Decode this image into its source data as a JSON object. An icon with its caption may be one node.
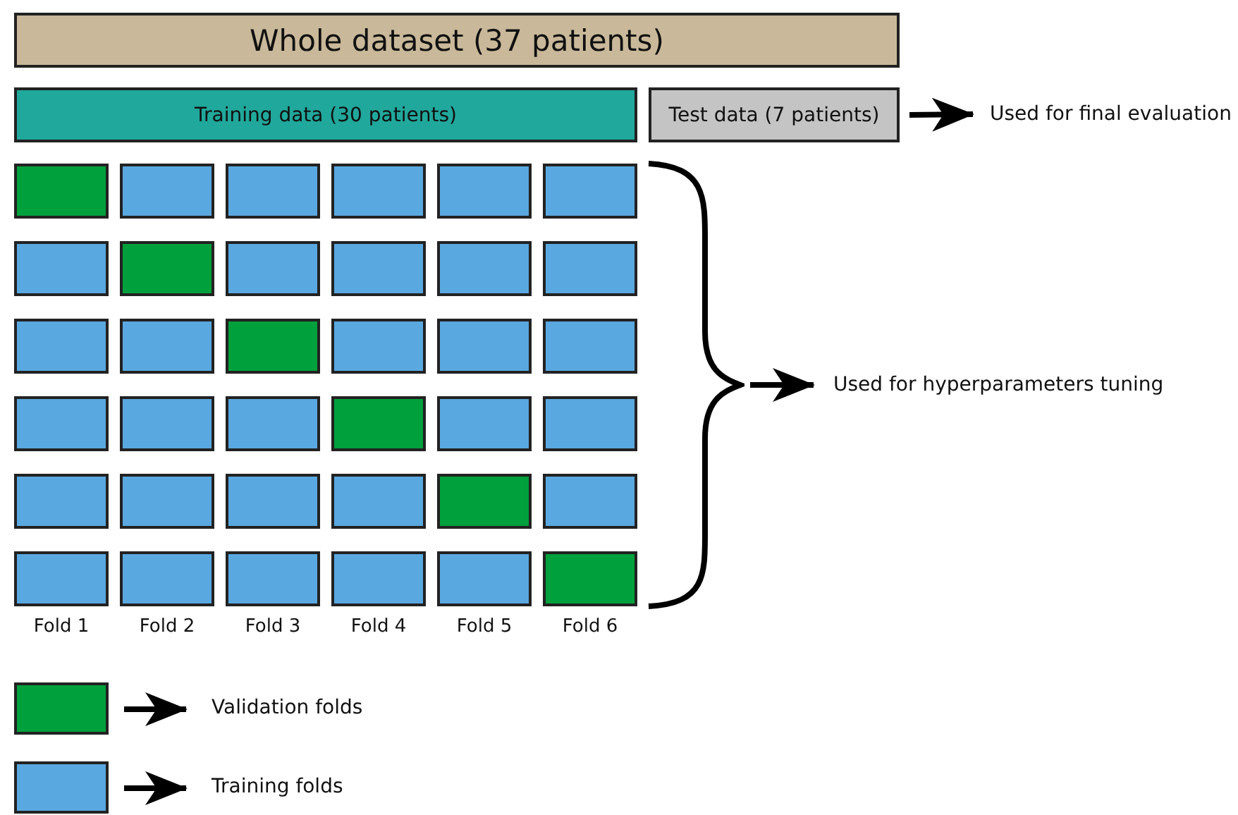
{
  "diagram": {
    "nodes": [
      {
        "text": [
          "Whole dataset (37 patients)"
        ]
      },
      {
        "text": [
          "Training data (30 patients)"
        ]
      },
      {
        "text": [
          "Test data (7 patients)"
        ]
      },
      {
        "text": [
          "Used for final evaluation"
        ]
      },
      {
        "text": [],
        "shape": "brace"
      },
      {
        "text": [
          "Used for hyperparameters tuning"
        ]
      }
    ],
    "edges": [
      {
        "from": 2,
        "to": 3,
        "arrow": "to"
      },
      {
        "from": 4,
        "to": 5,
        "arrow": "to"
      }
    ],
    "labels": [
      "Fold 1",
      "Fold 2",
      "Fold 3",
      "Fold 4",
      "Fold 5",
      "Fold 6"
    ],
    "legend": [
      {
        "text": "Validation folds",
        "color": "#00a03c"
      },
      {
        "text": "Training folds",
        "color": "#5aa8e0"
      }
    ]
  }
}
